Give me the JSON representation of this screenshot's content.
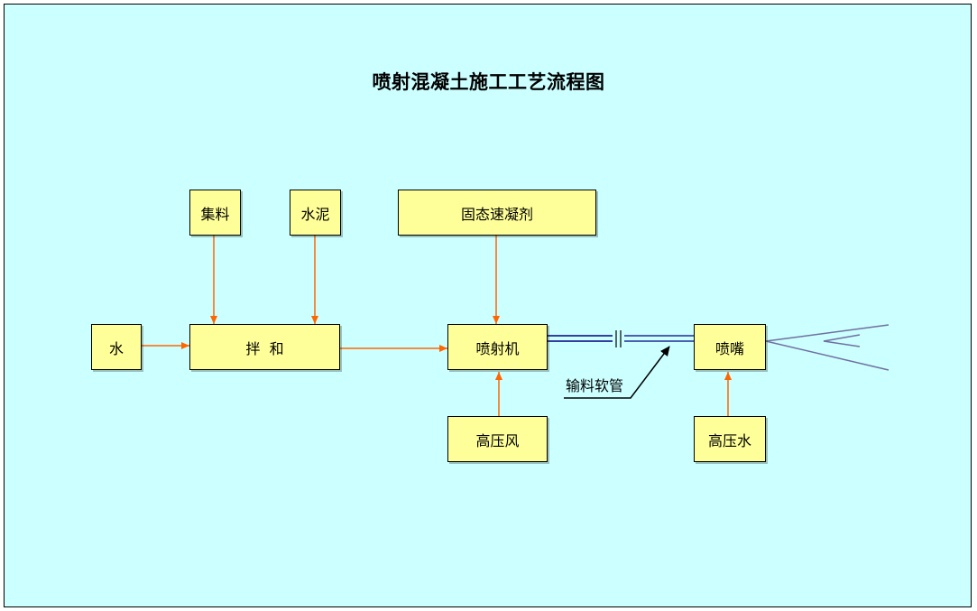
{
  "title": "喷射混凝土施工工艺流程图",
  "nodes": {
    "aggregate": "集料",
    "cement": "水泥",
    "accelerator": "固态速凝剂",
    "water": "水",
    "mixing": "拌  和",
    "sprayer": "喷射机",
    "nozzle": "喷嘴",
    "high_pressure_air": "高压风",
    "high_pressure_water": "高压水"
  },
  "hose_label": "输料软管",
  "colors": {
    "background": "#ccffff",
    "box_fill": "#ffff99",
    "arrow": "#ff6600",
    "hose": "#000080",
    "spray": "#7070a0"
  }
}
